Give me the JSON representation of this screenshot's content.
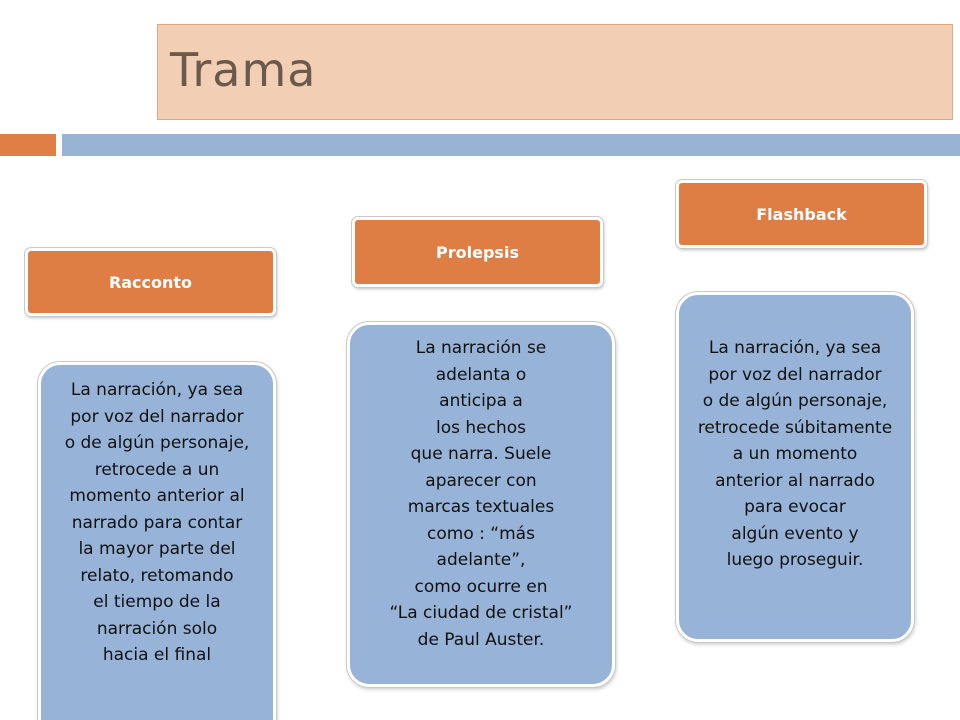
{
  "slide": {
    "title": "Trama",
    "columns": [
      {
        "label": "Racconto",
        "lines": [
          "La narración, ya sea",
          "por voz del narrador",
          "o de algún personaje,",
          "retrocede a un",
          "momento anterior al",
          "narrado para contar",
          "la mayor parte del",
          "relato, retomando",
          "el tiempo de la",
          "narración solo",
          "hacia el final"
        ]
      },
      {
        "label": "Prolepsis",
        "lines": [
          "La narración se",
          "adelanta o",
          "anticipa a",
          "los hechos",
          "que narra. Suele",
          "aparecer con",
          "marcas textuales",
          "como : “más",
          "adelante”,",
          "como ocurre en",
          "“La ciudad de cristal”",
          "de Paul Auster."
        ]
      },
      {
        "label": "Flashback",
        "lines": [
          "La narración, ya sea",
          "por voz del narrador",
          "o de algún personaje,",
          "retrocede súbitamente",
          "a un momento",
          "anterior al narrado",
          "para evocar",
          "algún evento y",
          "luego proseguir."
        ]
      }
    ]
  }
}
